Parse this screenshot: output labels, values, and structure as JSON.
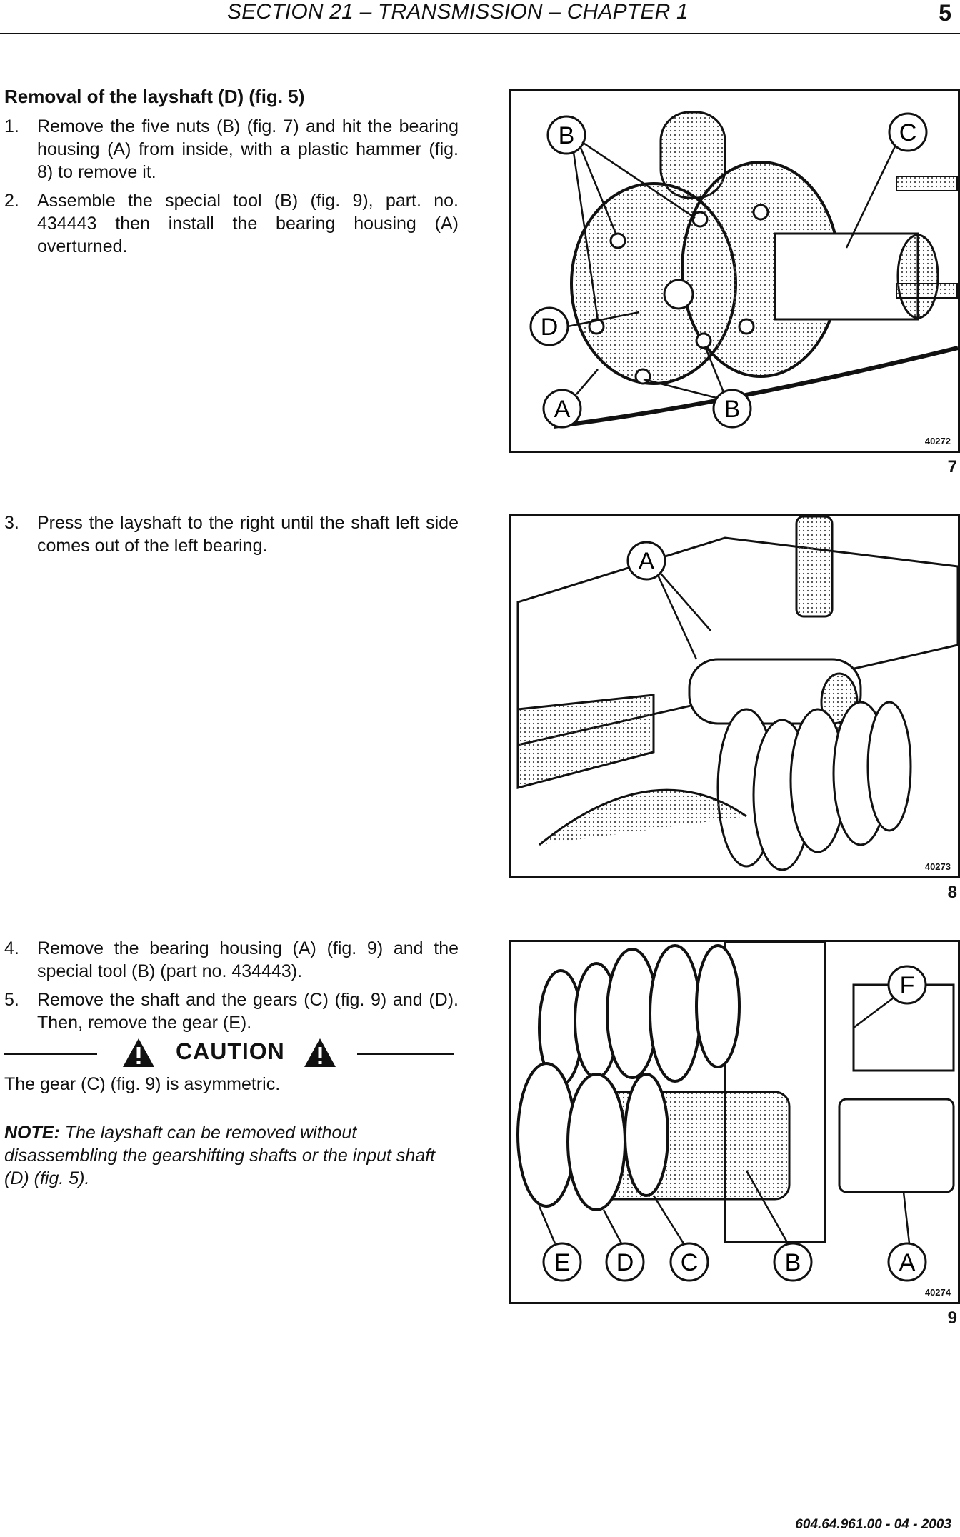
{
  "header": {
    "section_title": "SECTION 21 – TRANSMISSION – CHAPTER 1",
    "page_number": "5"
  },
  "block1": {
    "heading": "Removal of the layshaft (D) (fig. 5)",
    "steps": [
      {
        "num": "1.",
        "text": "Remove the five nuts (B) (fig. 7) and hit the bearing housing (A) from inside, with a plastic hammer (fig. 8) to remove it."
      },
      {
        "num": "2.",
        "text": "Assemble the special tool (B) (fig. 9), part. no. 434443 then install the bearing housing (A) overturned."
      }
    ]
  },
  "block2": {
    "steps": [
      {
        "num": "3.",
        "text": "Press the layshaft to the right until the shaft left side comes out of the left bearing."
      }
    ]
  },
  "block3": {
    "steps": [
      {
        "num": "4.",
        "text": "Remove the bearing housing (A) (fig. 9) and the special tool (B) (part no. 434443)."
      },
      {
        "num": "5.",
        "text": "Remove the shaft and the gears (C) (fig. 9) and (D). Then, remove the gear (E)."
      }
    ],
    "caution_label": "CAUTION",
    "caution_text": "The gear (C) (fig. 9) is asymmetric.",
    "note_label": "NOTE:",
    "note_text": " The layshaft can be removed without disassembling the gearshifting shafts or the input shaft (D) (fig. 5)."
  },
  "figures": [
    {
      "code": "40272",
      "number": "7",
      "callouts": [
        "B",
        "C",
        "D",
        "A",
        "B"
      ]
    },
    {
      "code": "40273",
      "number": "8",
      "callouts": [
        "A"
      ]
    },
    {
      "code": "40274",
      "number": "9",
      "callouts": [
        "F",
        "E",
        "D",
        "C",
        "B",
        "A"
      ]
    }
  ],
  "footer": {
    "doc_ref": "604.64.961.00 - 04 - 2003"
  }
}
